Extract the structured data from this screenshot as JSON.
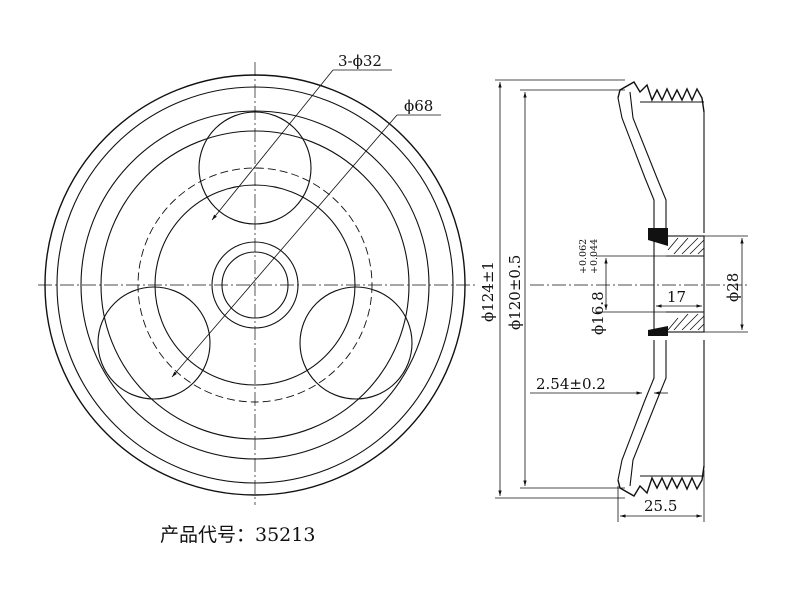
{
  "front_view": {
    "hole_label": "3-ϕ32",
    "pitch_label": "ϕ68"
  },
  "side_view": {
    "outer_diameter": "ϕ124±1",
    "inner_diameter": "ϕ120±0.5",
    "bore_diameter": "ϕ16.8",
    "bore_tol_upper": "+0.062",
    "bore_tol_lower": "+0.044",
    "hub_diameter": "ϕ28",
    "hub_length": "17",
    "wall_thickness": "2.54±0.2",
    "total_width": "25.5"
  },
  "product_code_label": "产品代号：35213"
}
